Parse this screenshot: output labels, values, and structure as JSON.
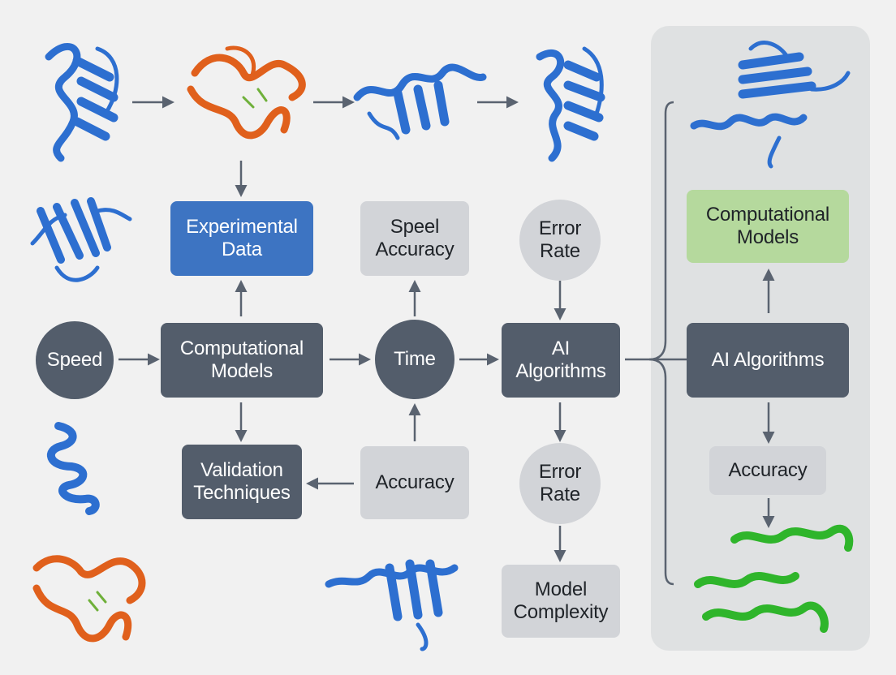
{
  "diagram": {
    "nodes": {
      "experimental_data": "Experimental\nData",
      "speel_accuracy": "Speel\nAccuracy",
      "error_rate_top": "Error\nRate",
      "speed": "Speed",
      "computational_models_center": "Computational\nModels",
      "time": "Time",
      "ai_algorithms_center": "AI\nAlgorithms",
      "validation_techniques": "Validation\nTechniques",
      "accuracy_center": "Accuracy",
      "error_rate_bottom": "Error\nRate",
      "model_complexity": "Model\nComplexity",
      "computational_models_panel": "Computational\nModels",
      "ai_algorithms_panel": "AI Algorithms",
      "accuracy_panel": "Accuracy"
    },
    "icons": [
      "protein-structure-blue-icon",
      "protein-structure-orange-icon",
      "protein-structure-green-icon"
    ],
    "colors": {
      "dark_node": "#535d6b",
      "blue_node": "#3d74c2",
      "light_node": "#d2d4d8",
      "green_node": "#b5d99d",
      "protein_blue": "#2d6fd0",
      "protein_orange": "#e0601c",
      "protein_green": "#2fb52b",
      "arrow": "#5a6370",
      "panel": "#dfe1e2"
    }
  }
}
